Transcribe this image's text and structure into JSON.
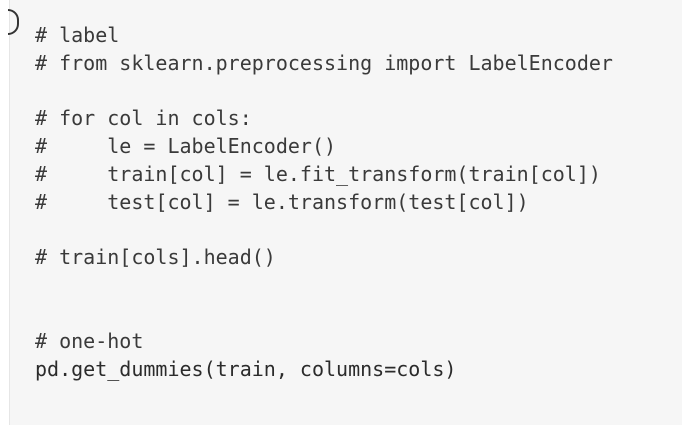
{
  "cell": {
    "lines": [
      {
        "text": "# label",
        "kind": "comment"
      },
      {
        "text": "# from sklearn.preprocessing import LabelEncoder",
        "kind": "comment"
      },
      {
        "text": "",
        "kind": "blank"
      },
      {
        "text": "# for col in cols:",
        "kind": "comment"
      },
      {
        "text": "#     le = LabelEncoder()",
        "kind": "comment"
      },
      {
        "text": "#     train[col] = le.fit_transform(train[col])",
        "kind": "comment"
      },
      {
        "text": "#     test[col] = le.transform(test[col])",
        "kind": "comment"
      },
      {
        "text": "",
        "kind": "blank"
      },
      {
        "text": "# train[cols].head()",
        "kind": "comment"
      },
      {
        "text": "",
        "kind": "blank"
      },
      {
        "text": "",
        "kind": "blank"
      },
      {
        "text": "# one-hot",
        "kind": "comment"
      },
      {
        "text": "pd.get_dummies(train, columns=cols)",
        "kind": "code"
      }
    ]
  },
  "colors": {
    "cell_background": "#f6f6f6",
    "text": "#2b2b2b"
  }
}
